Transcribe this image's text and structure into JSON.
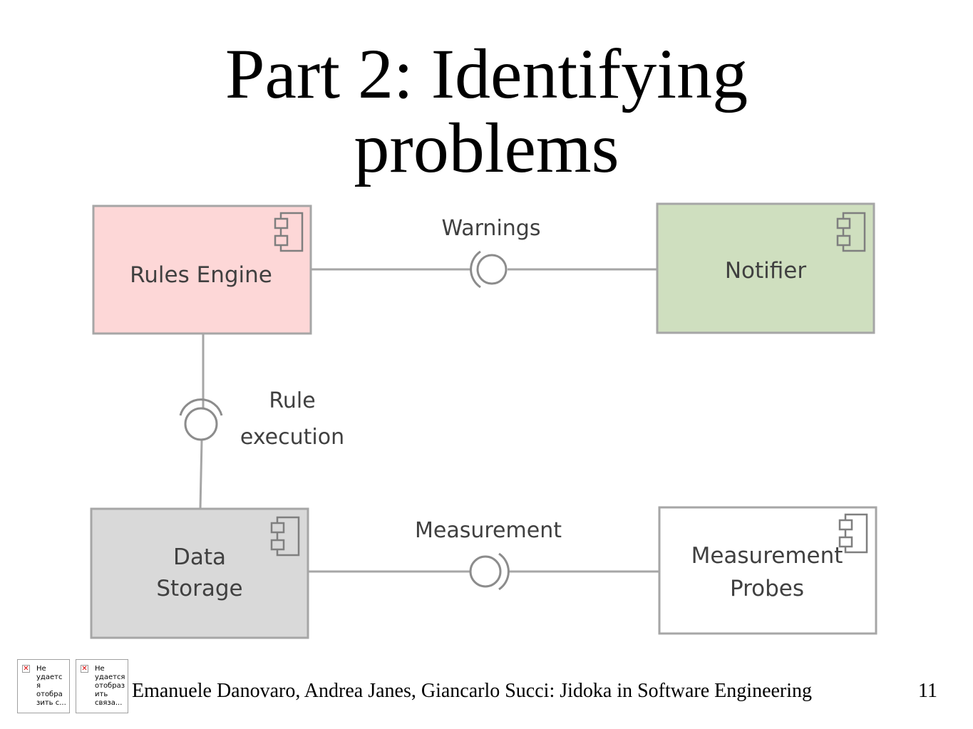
{
  "slide": {
    "title_line1": "Part 2: Identifying",
    "title_line2": "problems",
    "footer": "Emanuele Danovaro, Andrea Janes, Giancarlo Succi: Jidoka in Software Engineering",
    "page_number": "11"
  },
  "diagram": {
    "components": {
      "rules_engine": {
        "label": "Rules Engine",
        "fill": "#fdd7d7"
      },
      "notifier": {
        "label": "Notifier",
        "fill": "#cfdfbf"
      },
      "data_storage": {
        "label_line1": "Data",
        "label_line2": "Storage",
        "fill": "#d9d9d9"
      },
      "probes": {
        "label_line1": "Measurement",
        "label_line2": "Probes",
        "fill": "#ffffff"
      }
    },
    "interfaces": {
      "warnings": "Warnings",
      "rule_execution_line1": "Rule",
      "rule_execution_line2": "execution",
      "measurement": "Measurement"
    }
  },
  "placeholders": [
    {
      "text": "Не\nудаетс\nя\nотобра\nзить с..."
    },
    {
      "text": "Не\nудается\nотобраз\nить\nсвяза..."
    }
  ]
}
